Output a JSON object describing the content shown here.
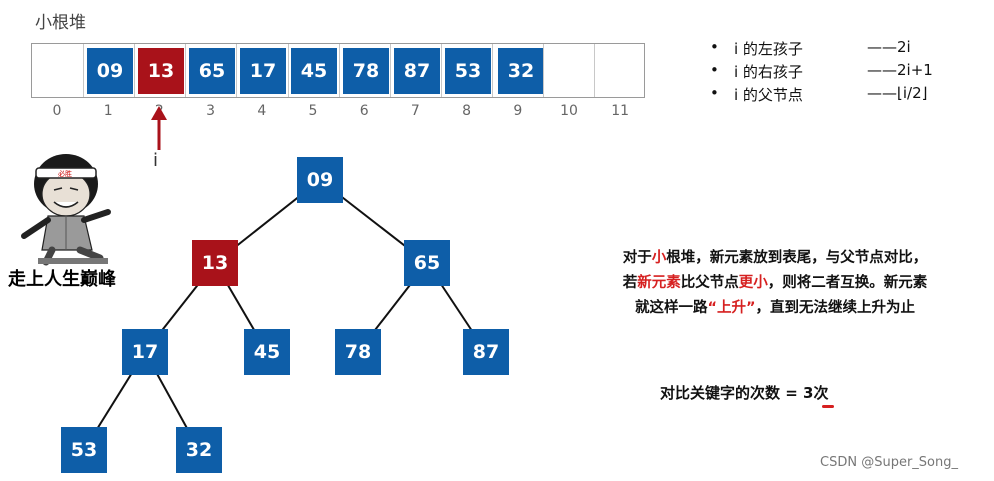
{
  "title": "小根堆",
  "array": {
    "cells": [
      {
        "value": "",
        "state": "empty"
      },
      {
        "value": "09",
        "state": "normal"
      },
      {
        "value": "13",
        "state": "current"
      },
      {
        "value": "65",
        "state": "normal"
      },
      {
        "value": "17",
        "state": "normal"
      },
      {
        "value": "45",
        "state": "normal"
      },
      {
        "value": "78",
        "state": "normal"
      },
      {
        "value": "87",
        "state": "normal"
      },
      {
        "value": "53",
        "state": "normal"
      },
      {
        "value": "32",
        "state": "normal"
      },
      {
        "value": "",
        "state": "empty"
      },
      {
        "value": "",
        "state": "empty"
      }
    ],
    "indices": [
      "0",
      "1",
      "2",
      "3",
      "4",
      "5",
      "6",
      "7",
      "8",
      "9",
      "10",
      "11"
    ],
    "pointer_label": "i"
  },
  "tree": {
    "nodes": [
      {
        "value": "09",
        "state": "normal"
      },
      {
        "value": "13",
        "state": "current"
      },
      {
        "value": "65",
        "state": "normal"
      },
      {
        "value": "17",
        "state": "normal"
      },
      {
        "value": "45",
        "state": "normal"
      },
      {
        "value": "78",
        "state": "normal"
      },
      {
        "value": "87",
        "state": "normal"
      },
      {
        "value": "53",
        "state": "normal"
      },
      {
        "value": "32",
        "state": "normal"
      }
    ]
  },
  "legend": {
    "bullet": "•",
    "dash": "——",
    "rows": [
      {
        "term": "i 的左孩子",
        "value": "2i"
      },
      {
        "term": "i 的右孩子",
        "value": "2i+1"
      },
      {
        "term": "i 的父节点",
        "value": "⌊i/2⌋"
      }
    ]
  },
  "meme": {
    "caption": "走上人生巅峰",
    "headband_text": "必胜"
  },
  "description": {
    "line1": {
      "a": "对于",
      "b": "小",
      "c": "根堆，新元素放到表尾，与父节点对比，"
    },
    "line2": {
      "a": "若",
      "b": "新元素",
      "c": "比父节点",
      "d": "更小",
      "e": "，则将二者互换。新元素"
    },
    "line3": {
      "a": "就这样一路",
      "b": "“上升”",
      "c": "，直到无法继续上升为止"
    }
  },
  "count": {
    "label": "对比关键字的次数 = ",
    "value": "3",
    "unit": "次"
  },
  "watermark": "CSDN @Super_Song_",
  "colors": {
    "node_blue": "#0e5ea8",
    "node_red": "#a9121a",
    "highlight": "#d62020"
  }
}
